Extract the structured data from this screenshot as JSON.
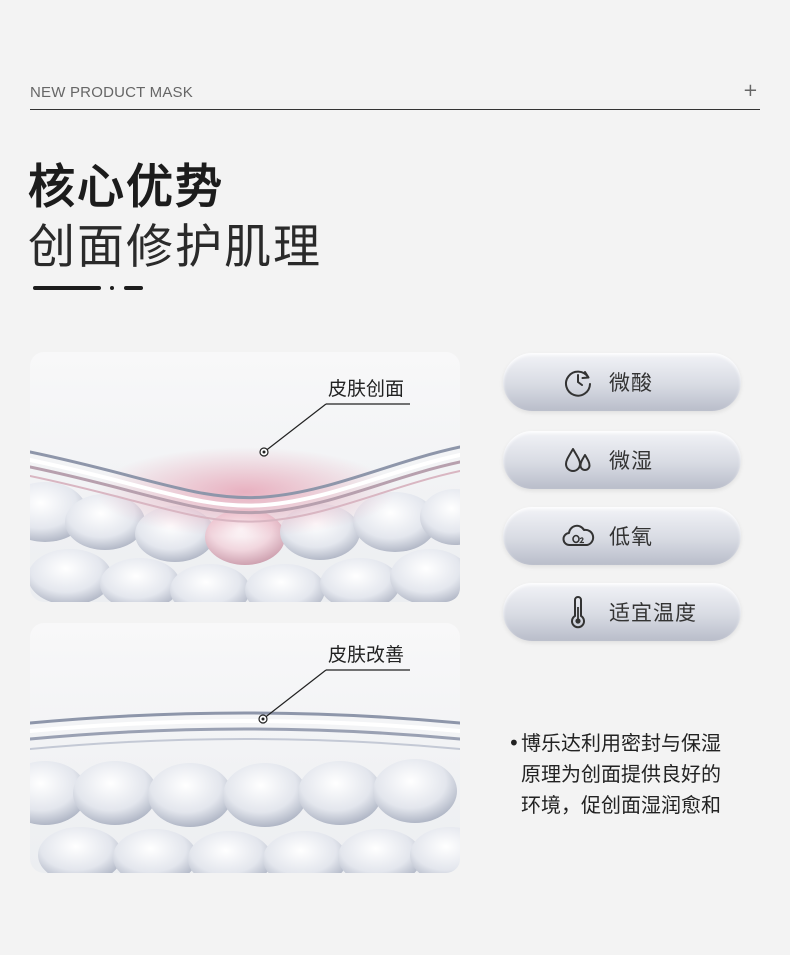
{
  "header": {
    "label": "NEW PRODUCT MASK",
    "plus": "+"
  },
  "title": {
    "line1": "核心优势",
    "line2": "创面修护肌理"
  },
  "panels": [
    {
      "callout": "皮肤创面"
    },
    {
      "callout": "皮肤改善"
    }
  ],
  "features": [
    {
      "icon": "clock-refresh-icon",
      "label": "微酸"
    },
    {
      "icon": "water-drops-icon",
      "label": "微湿"
    },
    {
      "icon": "oxygen-cloud-icon",
      "label": "低氧"
    },
    {
      "icon": "thermometer-icon",
      "label": "适宜温度"
    }
  ],
  "description": {
    "bullet": "•",
    "lines": [
      "博乐达利用密封与保湿",
      "原理为创面提供良好的",
      "环境，促创面湿润愈和"
    ]
  },
  "colors": {
    "background": "#f3f3f3",
    "wound_tint": "#e8aab8",
    "cell": "#d9dde6",
    "text": "#222222"
  }
}
